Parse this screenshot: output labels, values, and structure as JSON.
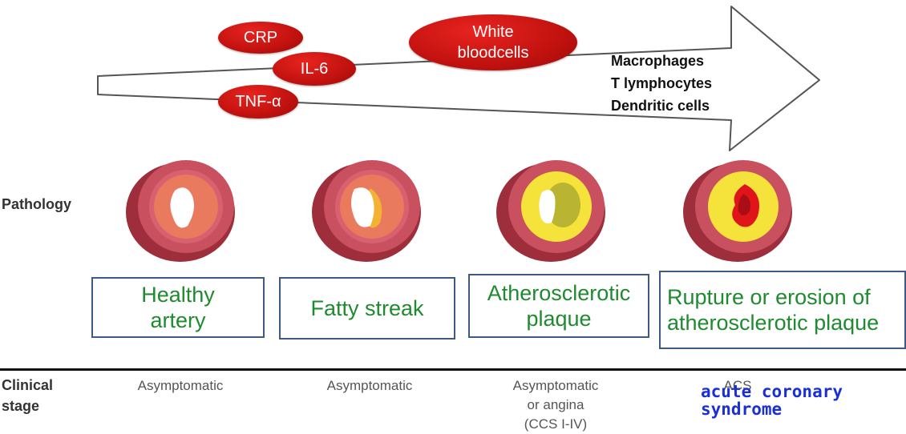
{
  "biomarkers": {
    "crp": "CRP",
    "il6": "IL-6",
    "tnf": "TNF-α",
    "wbc": "White bloodcells"
  },
  "cells": {
    "line1": "Macrophages",
    "line2": "T lymphocytes",
    "line3": "Dendritic cells"
  },
  "labels": {
    "pathology": "Pathology",
    "clinical_line1": "Clinical",
    "clinical_line2": "stage"
  },
  "stages": [
    {
      "title_line1": "Healthy",
      "title_line2": "artery",
      "clinical_line1": "Asymptomatic",
      "clinical_line2": "",
      "clinical_line3": ""
    },
    {
      "title_line1": "Fatty streak",
      "title_line2": "",
      "clinical_line1": "Asymptomatic",
      "clinical_line2": "",
      "clinical_line3": ""
    },
    {
      "title_line1": "Atherosclerotic",
      "title_line2": "plaque",
      "clinical_line1": "Asymptomatic",
      "clinical_line2": "or angina",
      "clinical_line3": "(CCS I-IV)"
    },
    {
      "title_line1": "Rupture or erosion of",
      "title_line2": "atherosclerotic plaque",
      "clinical_line1": "ACS",
      "clinical_line2": "",
      "clinical_line3": ""
    }
  ],
  "handwritten": {
    "line1": "acute coronary",
    "line2": "syndrome"
  },
  "colors": {
    "oval_red": "#c1120f",
    "box_border": "#3c5a86",
    "stage_text": "#1f8a2f",
    "handwriting": "#1a2fd8",
    "artery_outer": "#b8424f",
    "lumen_white": "#ffffff",
    "plaque_yellow": "#f5e23a",
    "rupture_red": "#e0151a"
  }
}
